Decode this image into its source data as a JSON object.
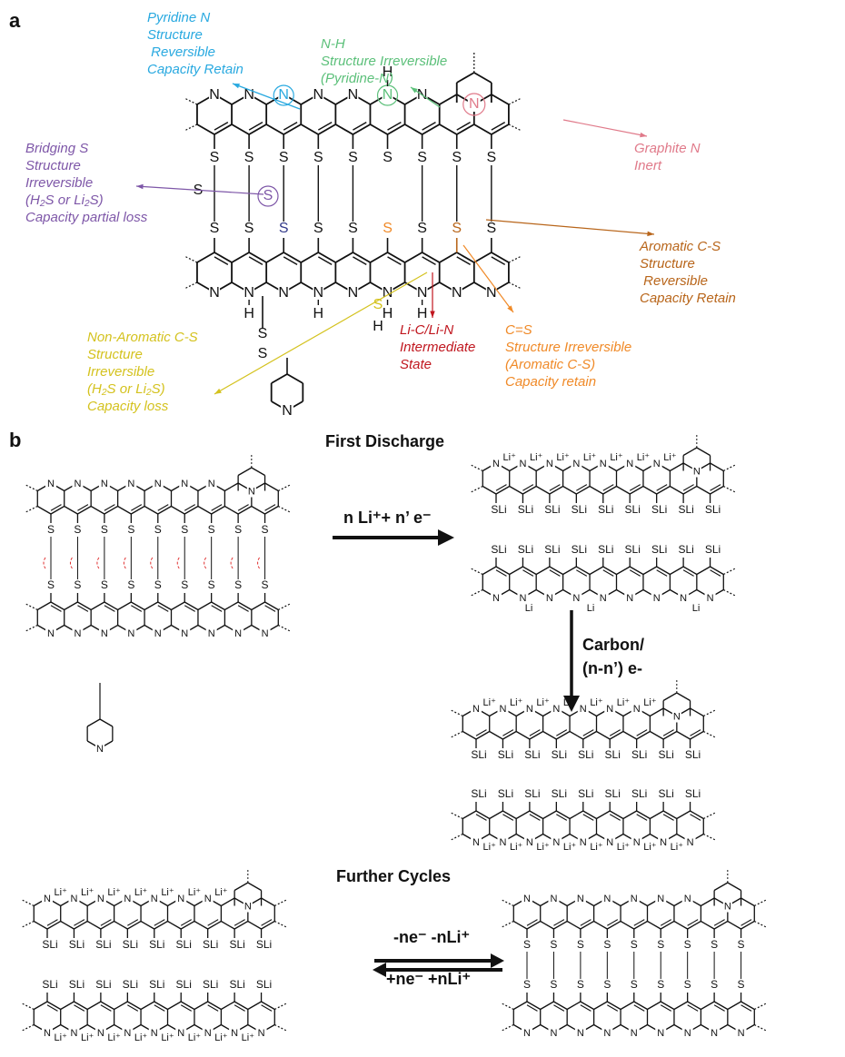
{
  "figure": {
    "panel_a": {
      "letter": "a",
      "annotations": {
        "pyridine_n": {
          "lines": [
            "Pyridine N",
            "Structure",
            " Reversible",
            "Capacity Retain"
          ],
          "color": "#29a9e0"
        },
        "n_h": {
          "lines": [
            "N-H",
            "Structure Irreversible",
            "(Pyridine-N)"
          ],
          "color": "#5cc07a"
        },
        "graphite_n": {
          "lines": [
            "Graphite N",
            "Inert"
          ],
          "color": "#e07a8a"
        },
        "bridging_s": {
          "lines": [
            "Bridging S",
            "Structure",
            "Irreversible",
            "(H₂S or Li₂S)",
            "Capacity partial loss"
          ],
          "color": "#7e57a8"
        },
        "aromatic_cs": {
          "lines": [
            "Aromatic C-S",
            "Structure",
            " Reversible",
            "Capacity Retain"
          ],
          "color": "#b8651a"
        },
        "non_aromatic_cs": {
          "lines": [
            "Non-Aromatic C-S",
            "Structure",
            "Irreversible",
            "(H₂S or Li₂S)",
            "Capacity loss"
          ],
          "color": "#d4c21e"
        },
        "li_intermediate": {
          "lines": [
            "Li-C/Li-N",
            "Intermediate",
            "State"
          ],
          "color": "#c0161e"
        },
        "c_eq_s": {
          "lines": [
            "C=S",
            "Structure Irreversible",
            "(Aromatic C-S)",
            "Capacity retain"
          ],
          "color": "#f08a28"
        }
      },
      "atoms": {
        "nitrogen": "N",
        "sulfur": "S",
        "hydrogen": "H"
      }
    },
    "panel_b": {
      "letter": "b",
      "first_discharge_title": "First Discharge",
      "first_discharge_reagent": "n Li⁺+ n’ e⁻",
      "carbon_step_line1": "Carbon/",
      "carbon_step_line2": "(n-n’) e-",
      "further_cycles_title": "Further Cycles",
      "forward_label": "-ne⁻ -nLi⁺",
      "reverse_label": "+ne⁻ +nLi⁺",
      "atoms": {
        "li_ion": "Li⁺",
        "sli": "SLi",
        "li": "Li",
        "nitrogen": "N",
        "sulfur": "S"
      }
    }
  }
}
